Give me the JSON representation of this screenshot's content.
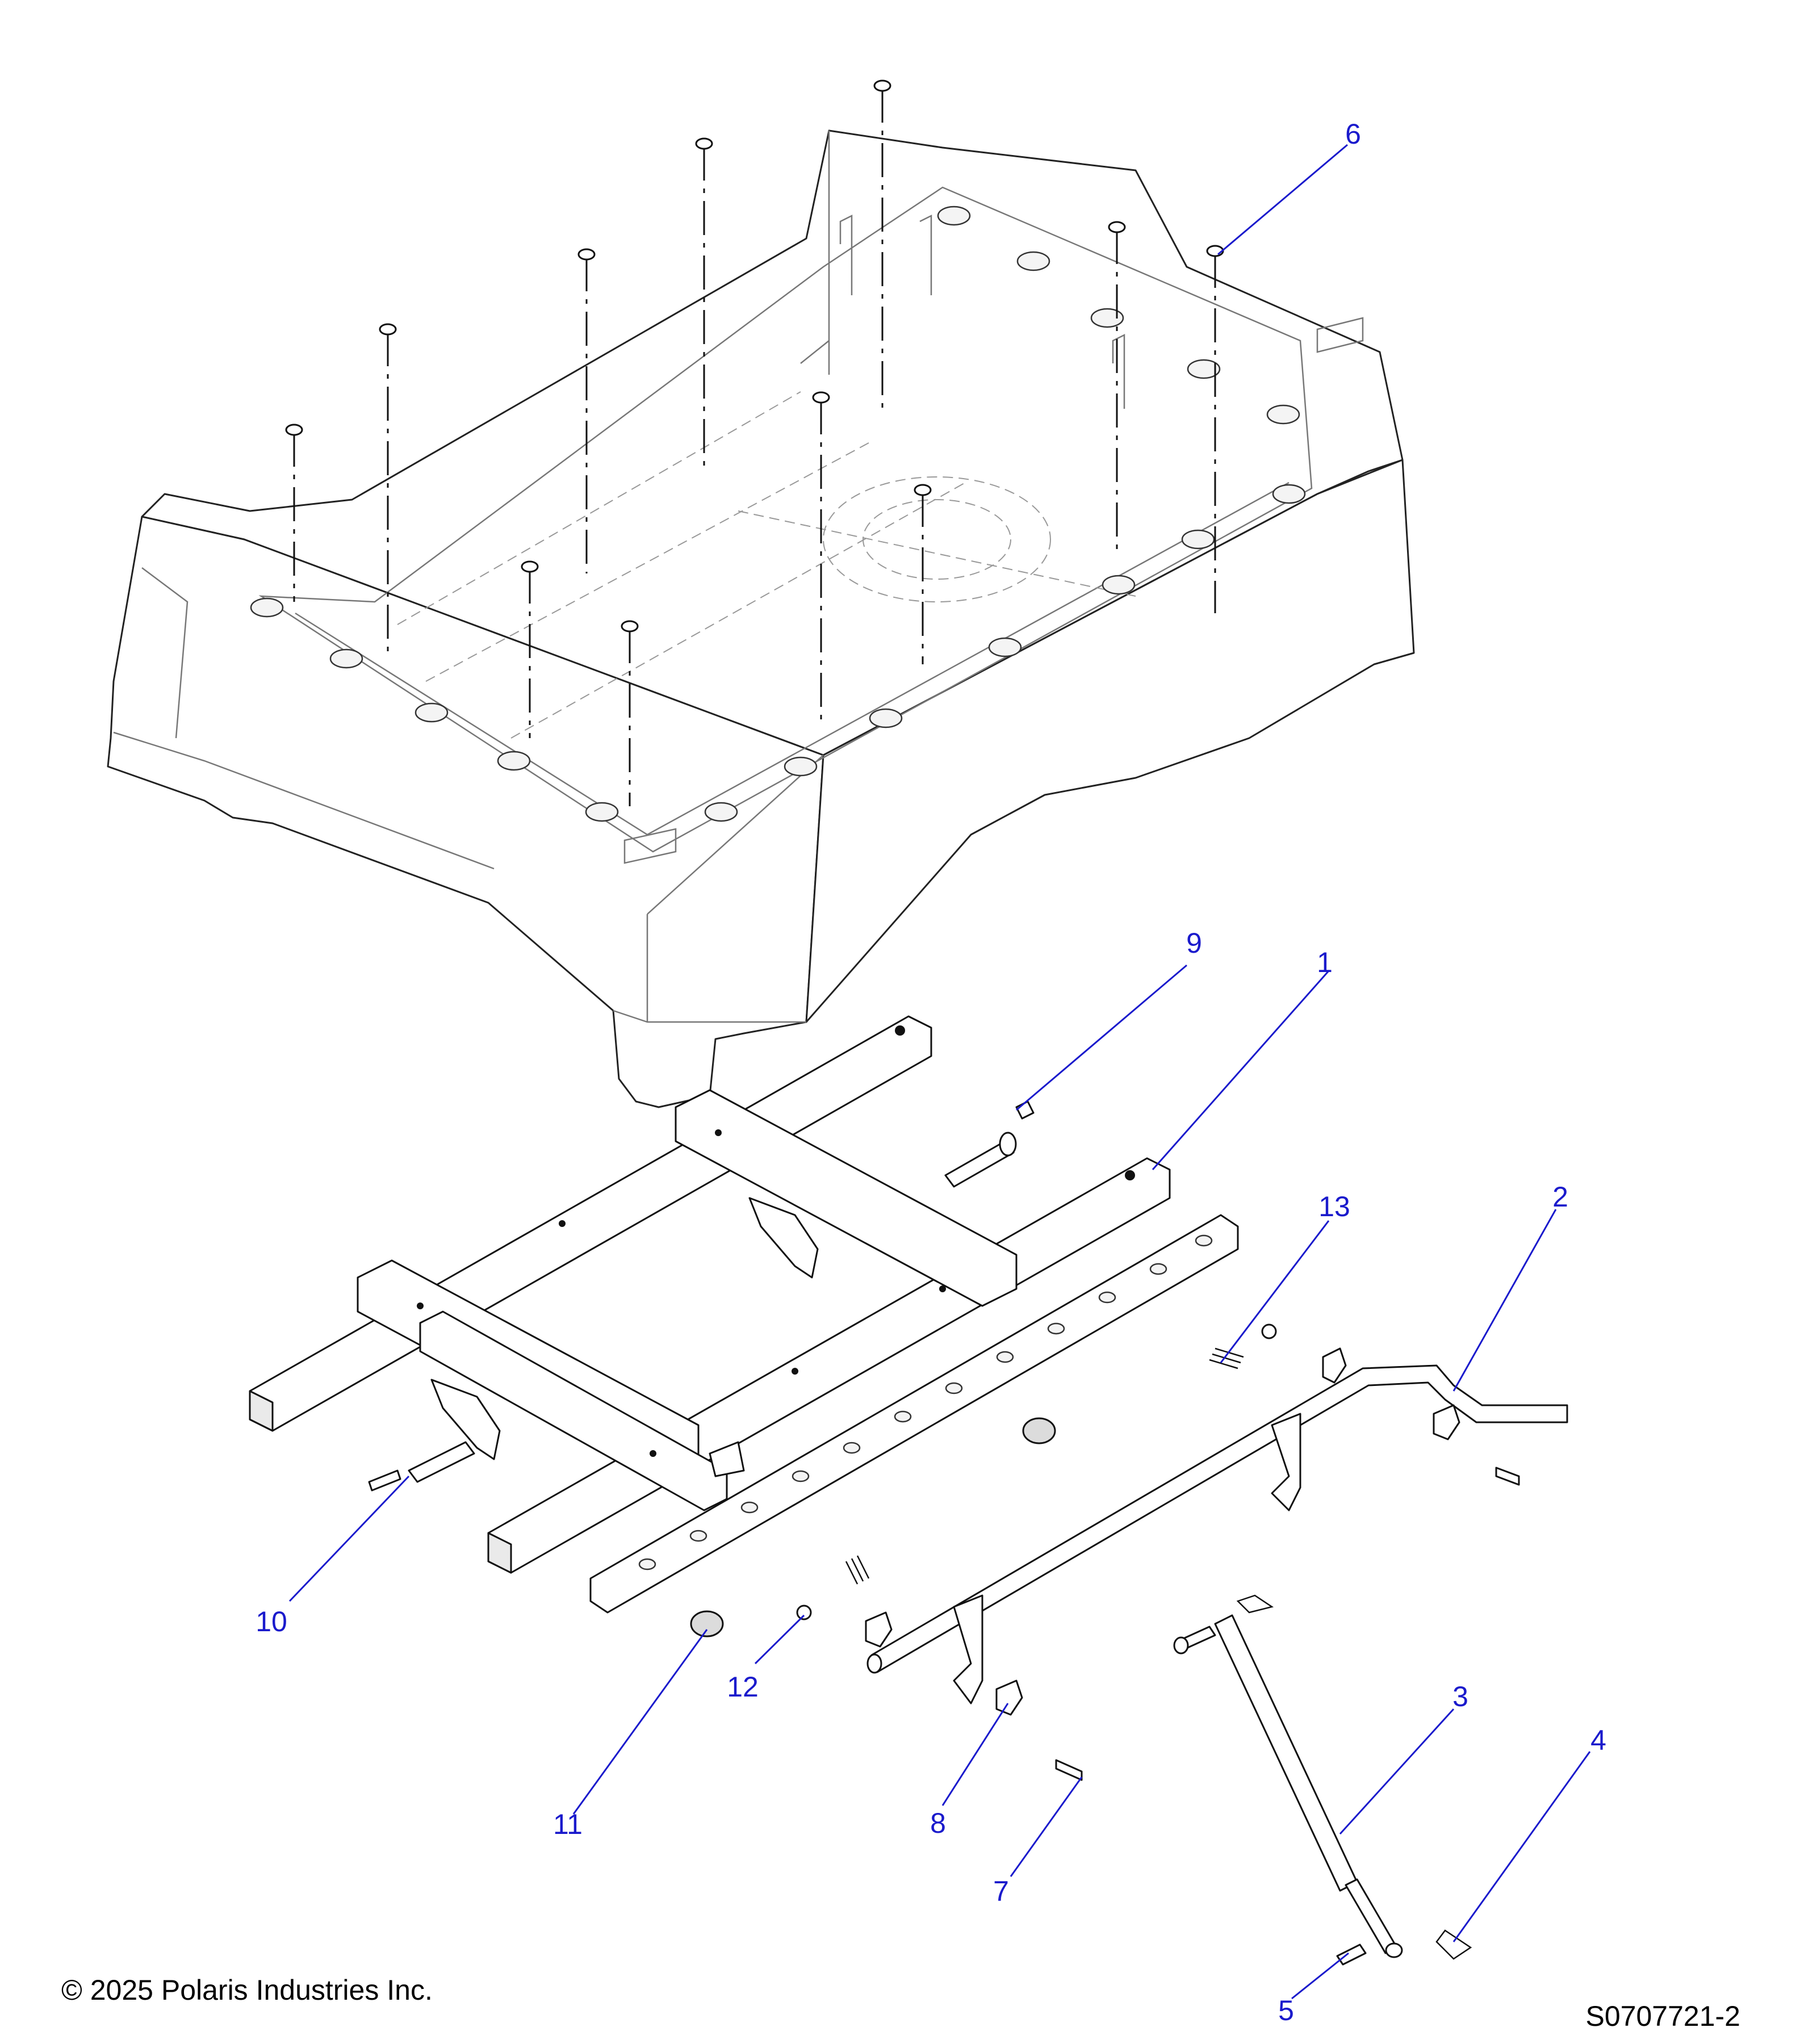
{
  "callouts": [
    {
      "id": "c1",
      "label": "1"
    },
    {
      "id": "c2",
      "label": "2"
    },
    {
      "id": "c3",
      "label": "3"
    },
    {
      "id": "c4",
      "label": "4"
    },
    {
      "id": "c5",
      "label": "5"
    },
    {
      "id": "c6",
      "label": "6"
    },
    {
      "id": "c7",
      "label": "7"
    },
    {
      "id": "c8",
      "label": "8"
    },
    {
      "id": "c9",
      "label": "9"
    },
    {
      "id": "c10",
      "label": "10"
    },
    {
      "id": "c11",
      "label": "11"
    },
    {
      "id": "c12",
      "label": "12"
    },
    {
      "id": "c13",
      "label": "13"
    }
  ],
  "footer": {
    "copyright": "© 2025 Polaris Industries Inc.",
    "diagram_id": "S0707721-2"
  },
  "colors": {
    "callout": "#1a1acc",
    "line": "#111111",
    "background": "#ffffff"
  }
}
